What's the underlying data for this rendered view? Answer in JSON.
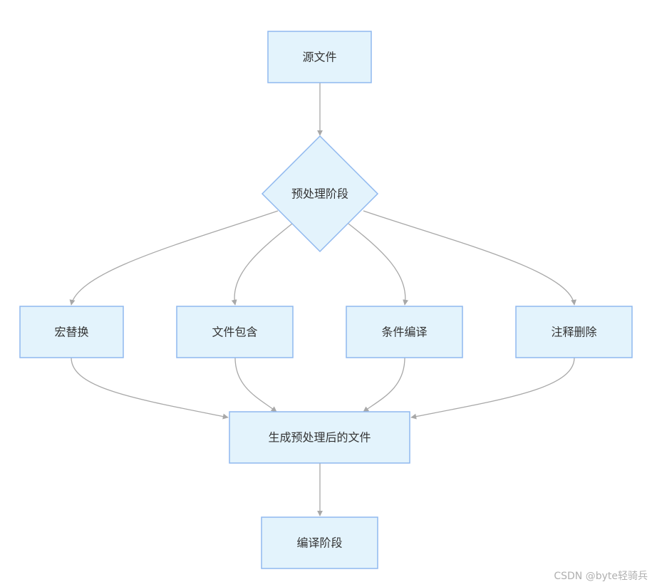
{
  "nodes": {
    "source": "源文件",
    "preprocess": "预处理阶段",
    "macro": "宏替换",
    "include": "文件包含",
    "conditional": "条件编译",
    "comment": "注释删除",
    "output": "生成预处理后的文件",
    "compile": "编译阶段"
  },
  "colors": {
    "node_fill": "#e3f3fc",
    "node_stroke": "#8fb8ef",
    "edge": "#a8a8a8",
    "text": "#333333"
  },
  "watermark": "CSDN @byte轻骑兵"
}
